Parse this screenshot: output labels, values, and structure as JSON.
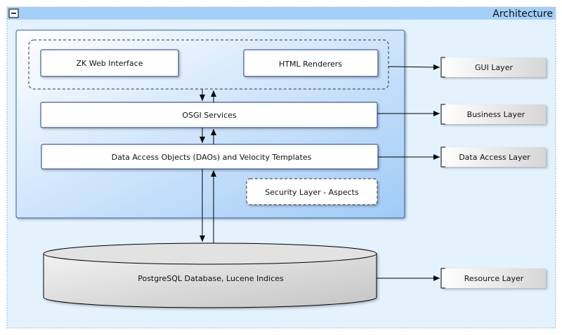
{
  "frame": {
    "title": "Architecture",
    "toggle_symbol": "−"
  },
  "components": {
    "zk_web_interface": "ZK Web Interface",
    "html_renderers": "HTML Renderers",
    "osgi_services": "OSGI Services",
    "daos": "Data Access Objects (DAOs) and Velocity Templates",
    "security_layer": "Security Layer - Aspects",
    "database": "PostgreSQL Database, Lucene Indices"
  },
  "layers": {
    "gui": "GUI Layer",
    "business": "Business Layer",
    "data_access": "Data Access Layer",
    "resource": "Resource Layer"
  },
  "colors": {
    "frame_fill": "#e3f2fd",
    "title_bar": "#a3cff9",
    "app_gradient_start": "#ffffff",
    "app_gradient_end": "#9fcaf7",
    "box_border": "#1a3a8a",
    "db_fill": "#d4d4d4"
  }
}
